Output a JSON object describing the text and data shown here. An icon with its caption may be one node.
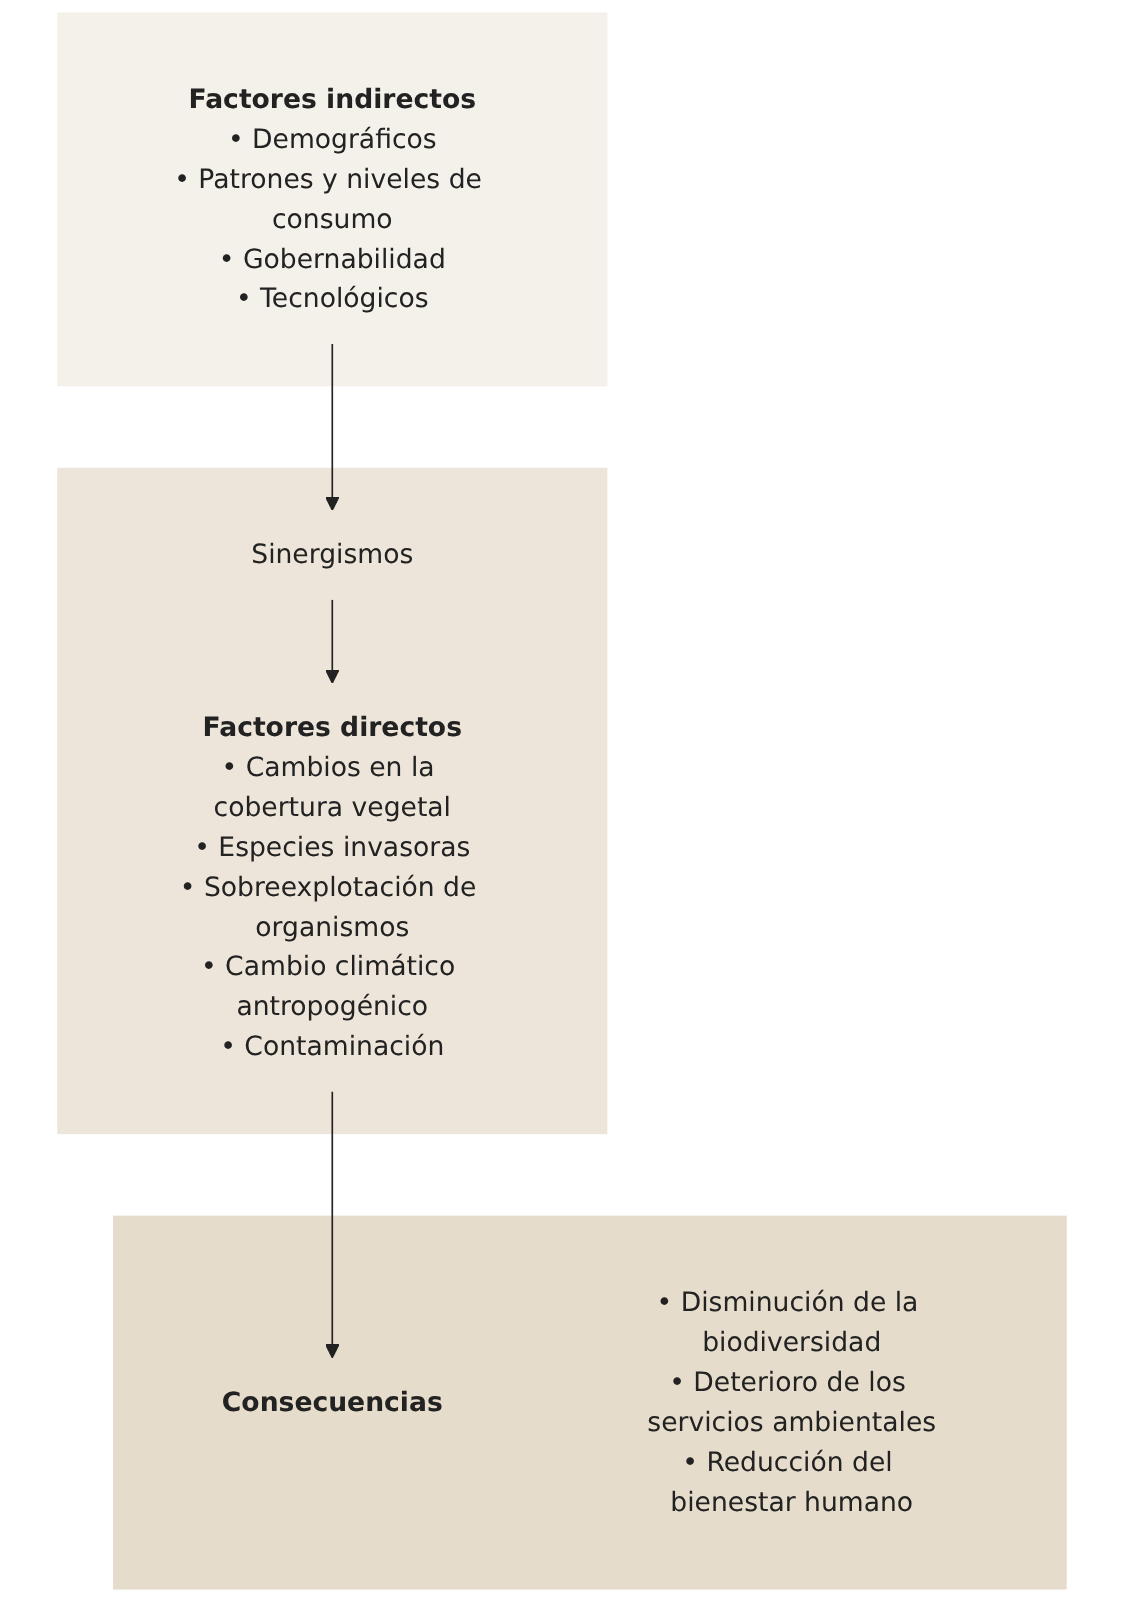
{
  "diagram": {
    "nodes": [
      {
        "text": [],
        "shape": "band"
      },
      {
        "text": [
          "Factores indirectos",
          "• Demográficos",
          "• Patrones y niveles de consumo",
          "• Gobernabilidad",
          "• Tecnológicos"
        ],
        "in": 0
      },
      {
        "text": [],
        "shape": "band"
      },
      {
        "text": [
          "Sinergismos"
        ],
        "in": 2
      },
      {
        "text": [
          "Factores directos",
          "• Cambios en la cobertura vegetal",
          "• Especies invasoras",
          "• Sobreexplotación de organismos",
          "• Cambio climático antropogénico",
          "• Contaminación"
        ],
        "in": 2
      },
      {
        "text": [],
        "shape": "band"
      },
      {
        "text": [
          "Consecuencias"
        ],
        "in": 5
      },
      {
        "text": [
          "• Disminución de la biodiversidad",
          "• Deterioro de los servicios ambientales",
          "• Reducción del bienestar humano"
        ],
        "in": 5
      }
    ],
    "edges": [
      {
        "from": 1,
        "to": 3,
        "arrow": "to"
      },
      {
        "from": 3,
        "to": 4,
        "arrow": "to"
      },
      {
        "from": 4,
        "to": 6,
        "arrow": "to"
      }
    ]
  }
}
